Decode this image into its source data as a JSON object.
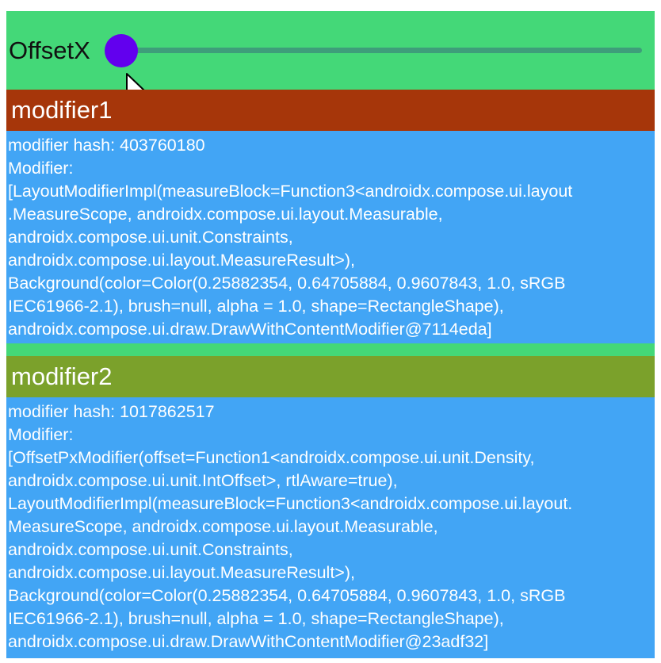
{
  "slider": {
    "label": "OffsetX",
    "value_fraction": 0.0
  },
  "modifier1": {
    "title": "modifier1",
    "lines": [
      "modifier hash: 403760180",
      "Modifier:",
      "[LayoutModifierImpl(measureBlock=Function3<androidx.compose.ui.layout",
      ".MeasureScope, androidx.compose.ui.layout.Measurable,",
      "androidx.compose.ui.unit.Constraints,",
      "androidx.compose.ui.layout.MeasureResult>),",
      "Background(color=Color(0.25882354, 0.64705884, 0.9607843, 1.0, sRGB",
      "IEC61966-2.1), brush=null, alpha = 1.0, shape=RectangleShape),",
      "androidx.compose.ui.draw.DrawWithContentModifier@7114eda]"
    ]
  },
  "modifier2": {
    "title": "modifier2",
    "lines": [
      "modifier hash: 1017862517",
      "Modifier:",
      "[OffsetPxModifier(offset=Function1<androidx.compose.ui.unit.Density,",
      "androidx.compose.ui.unit.IntOffset>, rtlAware=true),",
      "LayoutModifierImpl(measureBlock=Function3<androidx.compose.ui.layout.",
      "MeasureScope, androidx.compose.ui.layout.Measurable,",
      "androidx.compose.ui.unit.Constraints,",
      "androidx.compose.ui.layout.MeasureResult>),",
      "Background(color=Color(0.25882354, 0.64705884, 0.9607843, 1.0, sRGB",
      "IEC61966-2.1), brush=null, alpha = 1.0, shape=RectangleShape),",
      "androidx.compose.ui.draw.DrawWithContentModifier@23adf32]"
    ]
  },
  "colors": {
    "background": "#44D878",
    "modifier1_header": "#A6360A",
    "modifier2_header": "#7BA12B",
    "body": "#42A5F5",
    "slider_thumb": "#6200EE",
    "slider_track": "#3E9E7A"
  },
  "icons": {
    "cursor": "mouse-pointer-icon"
  }
}
